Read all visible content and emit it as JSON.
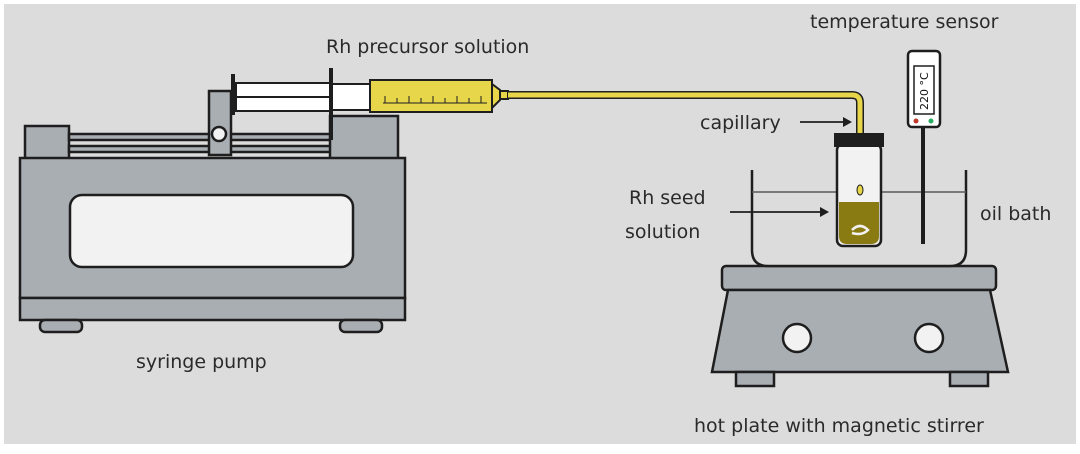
{
  "labels": {
    "syringe_solution": "Rh precursor solution",
    "temperature_sensor": "temperature sensor",
    "capillary": "capillary",
    "seed_line1": "Rh seed",
    "seed_line2": "solution",
    "oil_bath": "oil bath",
    "syringe_pump": "syringe pump",
    "hot_plate": "hot plate with magnetic stirrer",
    "sensor_display": "220 °C"
  },
  "colors": {
    "background": "#dcdcdc",
    "equipment_fill": "#a9aeb3",
    "equipment_light": "#f2f2f2",
    "outline": "#1e1e1e",
    "solution_yellow": "#e7d64a",
    "seed_solution": "#8a7a12",
    "oil": "#dcdcdc"
  }
}
